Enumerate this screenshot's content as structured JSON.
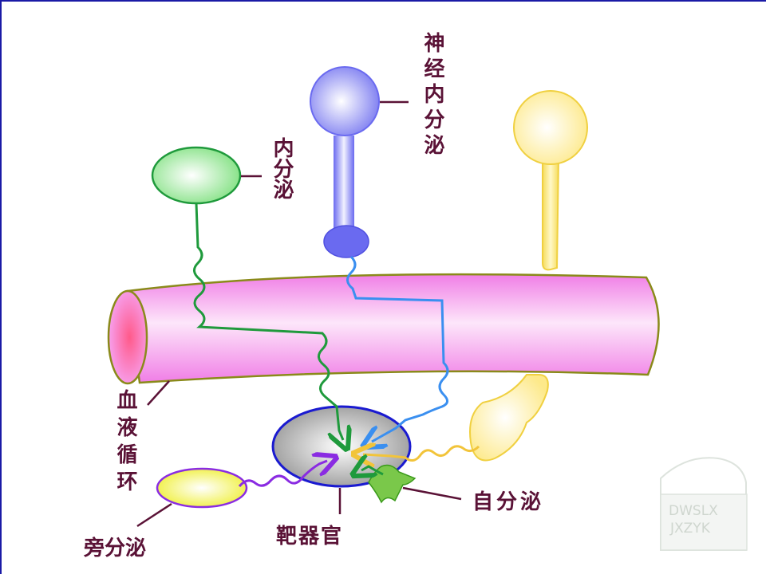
{
  "labels": {
    "endocrine": "内分泌",
    "neuroendocrine": "神经内分泌",
    "blood_circulation": "血液循环",
    "paracrine": "旁分泌",
    "target_organ": "靶器官",
    "autocrine": "自分泌"
  },
  "watermark": {
    "line1": "DWSLX",
    "line2": "JXZYK"
  },
  "colors": {
    "vessel": "#f7a0ee",
    "endocrine": "#1f9a3c",
    "neuroendocrine": "#3a8ff0",
    "paracrine": "#8a2be2",
    "autocrine_cell": "#7ac84a",
    "yellow_path": "#f2c43a",
    "text": "#5a1236",
    "organ_border": "#1a1ad0"
  }
}
